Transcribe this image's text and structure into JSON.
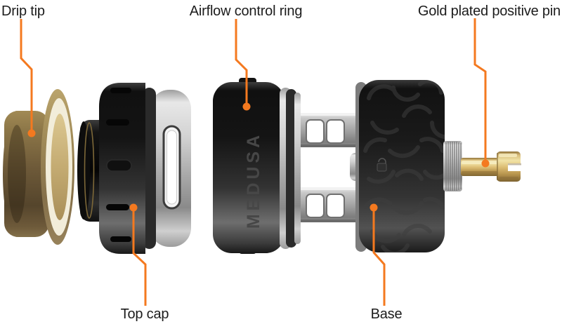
{
  "callouts": [
    {
      "id": "drip-tip",
      "label": "Drip tip",
      "position": "top-left"
    },
    {
      "id": "airflow-control-ring",
      "label": "Airflow control ring",
      "position": "top-center"
    },
    {
      "id": "gold-plated-positive-pin",
      "label": "Gold plated positive pin",
      "position": "top-right"
    },
    {
      "id": "top-cap",
      "label": "Top cap",
      "position": "bottom-left"
    },
    {
      "id": "base",
      "label": "Base",
      "position": "bottom-right"
    }
  ],
  "engraving": {
    "text": "MEDUSA"
  },
  "icons": {
    "base_engraving": "lock-icon"
  },
  "colors": {
    "accent": "#F4791F",
    "background": "#FFFFFF",
    "label_text": "#1C1C1C",
    "gold": "#DDBE74",
    "bronze": "#83704A",
    "black_part": "#161616",
    "silver": "#C2C2C2"
  }
}
